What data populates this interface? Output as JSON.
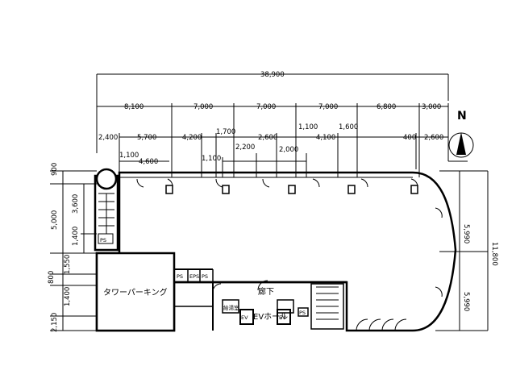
{
  "plan": {
    "compass_label": "N",
    "total_width_label": "38,900",
    "row1_dims": [
      "8,100",
      "7,000",
      "7,000",
      "7,000",
      "6,800",
      "3,000"
    ],
    "row2_dims": [
      "2,400",
      "5,700",
      "4,200",
      "1,700",
      "2,600",
      "1,100",
      "1,600",
      "400",
      "2,600"
    ],
    "row3_dims": [
      "1,100",
      "4,600",
      "1,100",
      "2,200",
      "2,000",
      "4,100"
    ],
    "left_dims": [
      "900",
      "5,000",
      "3,600",
      "1,400",
      "1,550",
      "800",
      "1,400",
      "2,150"
    ],
    "right_dims": [
      "5,990",
      "11,800",
      "5,990"
    ],
    "rooms": {
      "tower_parking": "タワーパーキング",
      "corridor": "廊下",
      "ev_hall": "EVホール",
      "ev_left": "EV",
      "ev_right": "EV",
      "ps_stair": "PS",
      "ps_1": "PS",
      "eps": "EPS",
      "ps_2": "PS",
      "ps_core": "PS",
      "hot_water": "給湯室"
    }
  }
}
